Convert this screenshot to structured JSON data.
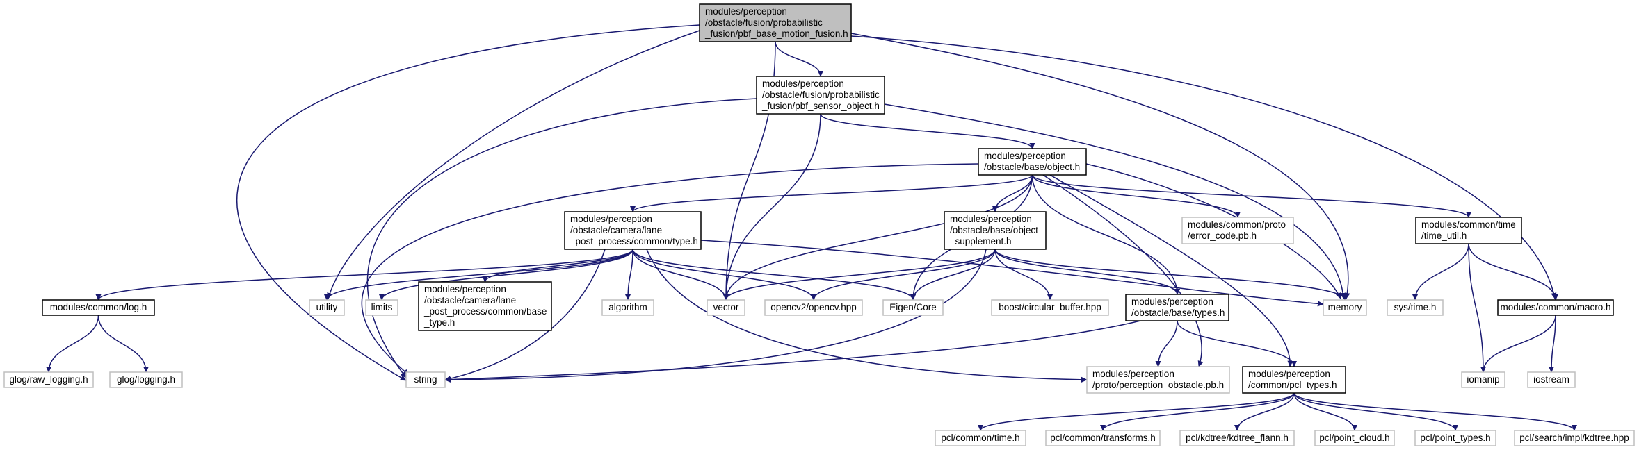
{
  "colors": {
    "edge": "#191970",
    "root_fill": "#bfbfbf",
    "normal_border": "#000000",
    "external_border": "#bfbfbf",
    "text": "#000000"
  },
  "nodes": [
    {
      "id": "pbf_base_motion_fusion",
      "kind": "root",
      "lines": [
        "modules/perception",
        "/obstacle/fusion/probabilistic",
        "_fusion/pbf_base_motion_fusion.h"
      ]
    },
    {
      "id": "pbf_sensor_object",
      "kind": "normal",
      "lines": [
        "modules/perception",
        "/obstacle/fusion/probabilistic",
        "_fusion/pbf_sensor_object.h"
      ]
    },
    {
      "id": "object_h",
      "kind": "normal",
      "lines": [
        "modules/perception",
        "/obstacle/base/object.h"
      ]
    },
    {
      "id": "lane_type",
      "kind": "normal",
      "lines": [
        "modules/perception",
        "/obstacle/camera/lane",
        "_post_process/common/type.h"
      ]
    },
    {
      "id": "object_supplement",
      "kind": "normal",
      "lines": [
        "modules/perception",
        "/obstacle/base/object",
        "_supplement.h"
      ]
    },
    {
      "id": "error_code",
      "kind": "external",
      "lines": [
        "modules/common/proto",
        "/error_code.pb.h"
      ]
    },
    {
      "id": "time_util",
      "kind": "normal",
      "lines": [
        "modules/common/time",
        "/time_util.h"
      ]
    },
    {
      "id": "log_h",
      "kind": "normal",
      "lines": [
        "modules/common/log.h"
      ]
    },
    {
      "id": "utility",
      "kind": "external",
      "lines": [
        "utility"
      ]
    },
    {
      "id": "limits",
      "kind": "external",
      "lines": [
        "limits"
      ]
    },
    {
      "id": "lane_base_type",
      "kind": "normal",
      "lines": [
        "modules/perception",
        "/obstacle/camera/lane",
        "_post_process/common/base",
        "_type.h"
      ]
    },
    {
      "id": "algorithm",
      "kind": "external",
      "lines": [
        "algorithm"
      ]
    },
    {
      "id": "vector",
      "kind": "external",
      "lines": [
        "vector"
      ]
    },
    {
      "id": "opencv",
      "kind": "external",
      "lines": [
        "opencv2/opencv.hpp"
      ]
    },
    {
      "id": "eigen",
      "kind": "external",
      "lines": [
        "Eigen/Core"
      ]
    },
    {
      "id": "boost_cb",
      "kind": "external",
      "lines": [
        "boost/circular_buffer.hpp"
      ]
    },
    {
      "id": "base_types",
      "kind": "normal",
      "lines": [
        "modules/perception",
        "/obstacle/base/types.h"
      ]
    },
    {
      "id": "memory",
      "kind": "external",
      "lines": [
        "memory"
      ]
    },
    {
      "id": "sys_time",
      "kind": "external",
      "lines": [
        "sys/time.h"
      ]
    },
    {
      "id": "macro_h",
      "kind": "normal",
      "lines": [
        "modules/common/macro.h"
      ]
    },
    {
      "id": "raw_logging",
      "kind": "external",
      "lines": [
        "glog/raw_logging.h"
      ]
    },
    {
      "id": "glog_logging",
      "kind": "external",
      "lines": [
        "glog/logging.h"
      ]
    },
    {
      "id": "string",
      "kind": "external",
      "lines": [
        "string"
      ]
    },
    {
      "id": "perception_obstacle_pb",
      "kind": "external",
      "lines": [
        "modules/perception",
        "/proto/perception_obstacle.pb.h"
      ]
    },
    {
      "id": "pcl_types",
      "kind": "normal",
      "lines": [
        "modules/perception",
        "/common/pcl_types.h"
      ]
    },
    {
      "id": "iomanip",
      "kind": "external",
      "lines": [
        "iomanip"
      ]
    },
    {
      "id": "iostream",
      "kind": "external",
      "lines": [
        "iostream"
      ]
    },
    {
      "id": "pcl_time",
      "kind": "external",
      "lines": [
        "pcl/common/time.h"
      ]
    },
    {
      "id": "pcl_transforms",
      "kind": "external",
      "lines": [
        "pcl/common/transforms.h"
      ]
    },
    {
      "id": "pcl_kdtree_flann",
      "kind": "external",
      "lines": [
        "pcl/kdtree/kdtree_flann.h"
      ]
    },
    {
      "id": "pcl_point_cloud",
      "kind": "external",
      "lines": [
        "pcl/point_cloud.h"
      ]
    },
    {
      "id": "pcl_point_types",
      "kind": "external",
      "lines": [
        "pcl/point_types.h"
      ]
    },
    {
      "id": "pcl_kdtree_hpp",
      "kind": "external",
      "lines": [
        "pcl/search/impl/kdtree.hpp"
      ]
    }
  ],
  "edges": [
    [
      "pbf_base_motion_fusion",
      "pbf_sensor_object"
    ],
    [
      "pbf_base_motion_fusion",
      "utility"
    ],
    [
      "pbf_base_motion_fusion",
      "vector"
    ],
    [
      "pbf_base_motion_fusion",
      "string"
    ],
    [
      "pbf_base_motion_fusion",
      "memory"
    ],
    [
      "pbf_base_motion_fusion",
      "macro_h"
    ],
    [
      "pbf_sensor_object",
      "object_h"
    ],
    [
      "pbf_sensor_object",
      "vector"
    ],
    [
      "pbf_sensor_object",
      "string"
    ],
    [
      "pbf_sensor_object",
      "memory"
    ],
    [
      "object_h",
      "lane_type"
    ],
    [
      "object_h",
      "object_supplement"
    ],
    [
      "object_h",
      "error_code"
    ],
    [
      "object_h",
      "time_util"
    ],
    [
      "object_h",
      "vector"
    ],
    [
      "object_h",
      "eigen"
    ],
    [
      "object_h",
      "base_types"
    ],
    [
      "object_h",
      "memory"
    ],
    [
      "object_h",
      "string"
    ],
    [
      "object_h",
      "perception_obstacle_pb"
    ],
    [
      "object_h",
      "pcl_types"
    ],
    [
      "lane_type",
      "log_h"
    ],
    [
      "lane_type",
      "utility"
    ],
    [
      "lane_type",
      "limits"
    ],
    [
      "lane_type",
      "lane_base_type"
    ],
    [
      "lane_type",
      "algorithm"
    ],
    [
      "lane_type",
      "vector"
    ],
    [
      "lane_type",
      "opencv"
    ],
    [
      "lane_type",
      "eigen"
    ],
    [
      "lane_type",
      "memory"
    ],
    [
      "lane_type",
      "string"
    ],
    [
      "lane_type",
      "perception_obstacle_pb"
    ],
    [
      "object_supplement",
      "vector"
    ],
    [
      "object_supplement",
      "opencv"
    ],
    [
      "object_supplement",
      "eigen"
    ],
    [
      "object_supplement",
      "boost_cb"
    ],
    [
      "object_supplement",
      "base_types"
    ],
    [
      "object_supplement",
      "memory"
    ],
    [
      "object_supplement",
      "string"
    ],
    [
      "time_util",
      "sys_time"
    ],
    [
      "time_util",
      "iomanip"
    ],
    [
      "time_util",
      "macro_h"
    ],
    [
      "log_h",
      "raw_logging"
    ],
    [
      "log_h",
      "glog_logging"
    ],
    [
      "base_types",
      "string"
    ],
    [
      "base_types",
      "perception_obstacle_pb"
    ],
    [
      "base_types",
      "pcl_types"
    ],
    [
      "macro_h",
      "iomanip"
    ],
    [
      "macro_h",
      "iostream"
    ],
    [
      "pcl_types",
      "pcl_time"
    ],
    [
      "pcl_types",
      "pcl_transforms"
    ],
    [
      "pcl_types",
      "pcl_kdtree_flann"
    ],
    [
      "pcl_types",
      "pcl_point_cloud"
    ],
    [
      "pcl_types",
      "pcl_point_types"
    ],
    [
      "pcl_types",
      "pcl_kdtree_hpp"
    ]
  ]
}
